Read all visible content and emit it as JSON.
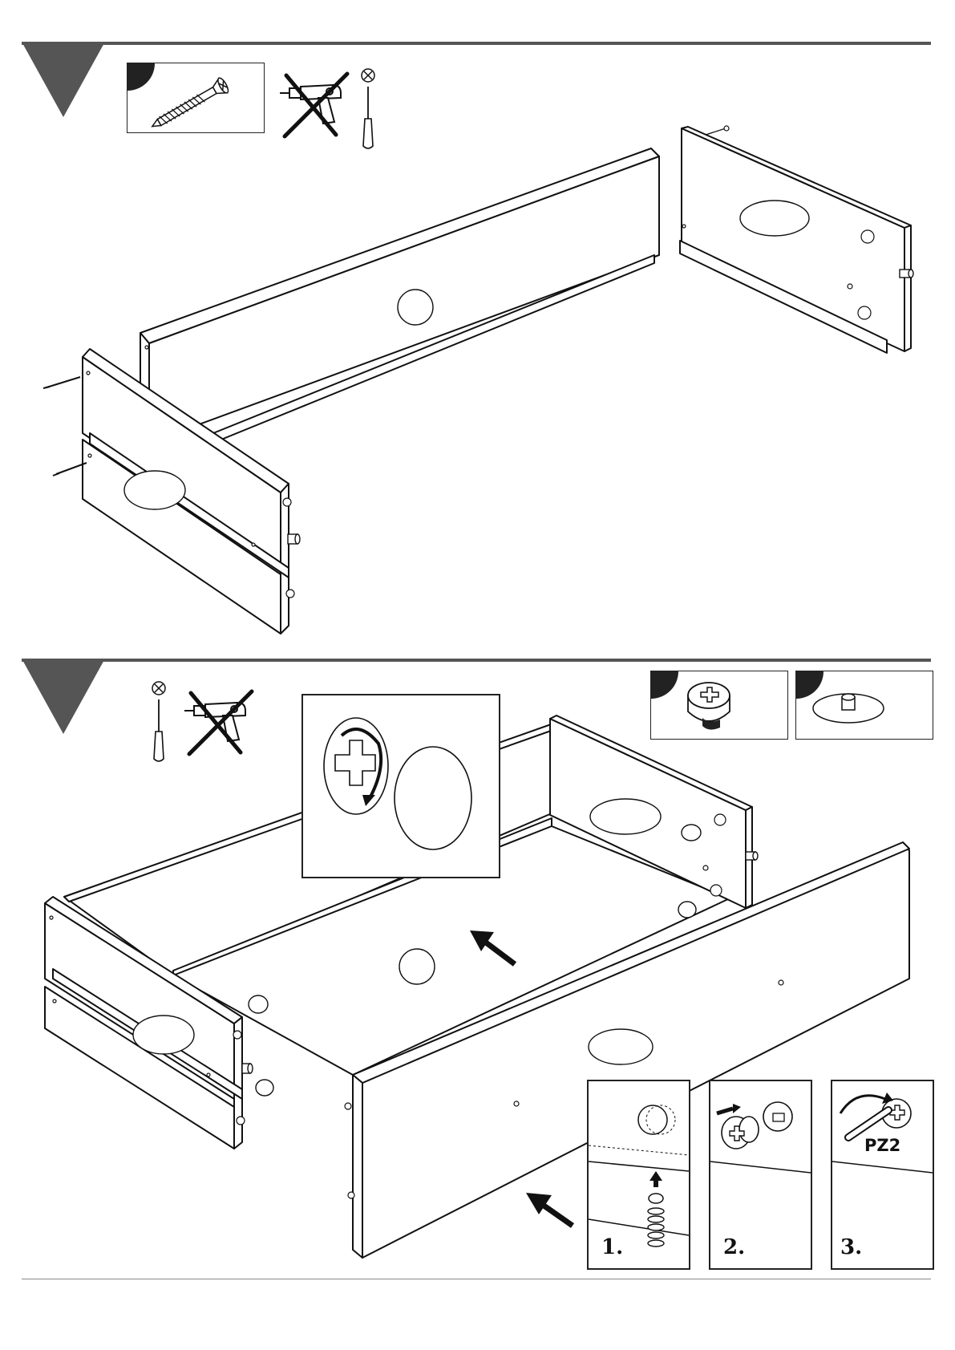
{
  "page": {
    "theme_color": "#555555",
    "ink_color": "#111111"
  },
  "step1": {
    "marker_icon": "step-triangle",
    "part_icon": "wood-screw",
    "tools": [
      "power-drill-crossed",
      "screwdriver"
    ]
  },
  "step2": {
    "marker_icon": "step-triangle",
    "part_icons": [
      "cam-lock-nut",
      "wooden-dowel"
    ],
    "tools": [
      "screwdriver",
      "power-drill-crossed"
    ],
    "detail_icon": "cam-lock-rotate-detail",
    "substeps": [
      {
        "label": "1.",
        "icon": "insert-cam-bolt"
      },
      {
        "label": "2.",
        "icon": "insert-cam-nut"
      },
      {
        "label": "3.",
        "icon": "tighten-cam",
        "tool_label": "PZ2"
      }
    ]
  }
}
